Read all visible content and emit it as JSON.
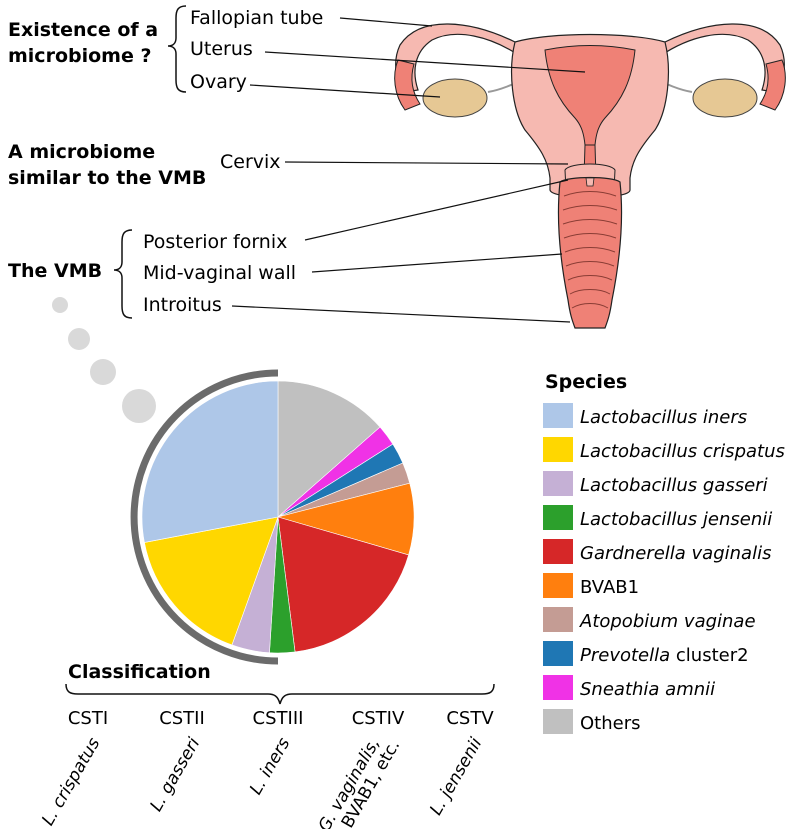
{
  "groups": {
    "existence": [
      "Existence of a",
      "microbiome ?"
    ],
    "similar": [
      "A microbiome",
      "similar to the VMB"
    ],
    "vmb": "The VMB"
  },
  "anatomy": {
    "fallopian": "Fallopian tube",
    "uterus": "Uterus",
    "ovary": "Ovary",
    "cervix": "Cervix",
    "fornix": "Posterior fornix",
    "midwall": "Mid-vaginal wall",
    "introitus": "Introitus"
  },
  "legend": {
    "title": "Species",
    "items": [
      {
        "italic": "Lactobacillus iners",
        "rest": "",
        "color": "#aec7e8"
      },
      {
        "italic": "Lactobacillus crispatus",
        "rest": "",
        "color": "#ffd700"
      },
      {
        "italic": "Lactobacillus gasseri",
        "rest": "",
        "color": "#c5b0d5"
      },
      {
        "italic": "Lactobacillus jensenii",
        "rest": "",
        "color": "#2ca02c"
      },
      {
        "italic": "Gardnerella vaginalis",
        "rest": "",
        "color": "#d62728"
      },
      {
        "italic": "",
        "rest": "BVAB1",
        "color": "#ff7f0e"
      },
      {
        "italic": "Atopobium vaginae",
        "rest": "",
        "color": "#c49c94"
      },
      {
        "italic": "Prevotella",
        "rest": " cluster2",
        "color": "#1f77b4"
      },
      {
        "italic": "Sneathia amnii",
        "rest": "",
        "color": "#f032e6"
      },
      {
        "italic": "",
        "rest": "Others",
        "color": "#c0c0c0"
      }
    ]
  },
  "chart_data": {
    "type": "pie",
    "slices": [
      {
        "label": "Others",
        "value": 13.5,
        "color": "#c0c0c0"
      },
      {
        "label": "Sneathia amnii",
        "value": 2.5,
        "color": "#f032e6"
      },
      {
        "label": "Prevotella cluster2",
        "value": 2.5,
        "color": "#1f77b4"
      },
      {
        "label": "Atopobium vaginae",
        "value": 2.5,
        "color": "#c49c94"
      },
      {
        "label": "BVAB1",
        "value": 8.5,
        "color": "#ff7f0e"
      },
      {
        "label": "Gardnerella vaginalis",
        "value": 18.5,
        "color": "#d62728"
      },
      {
        "label": "Lactobacillus jensenii",
        "value": 3.0,
        "color": "#2ca02c"
      },
      {
        "label": "Lactobacillus gasseri",
        "value": 4.5,
        "color": "#c5b0d5"
      },
      {
        "label": "Lactobacillus crispatus",
        "value": 16.5,
        "color": "#ffd700"
      },
      {
        "label": "Lactobacillus iners",
        "value": 28.0,
        "color": "#aec7e8"
      }
    ]
  },
  "classification": {
    "title": "Classification",
    "types": [
      "CSTI",
      "CSTII",
      "CSTIII",
      "CSTIV",
      "CSTV"
    ],
    "species": [
      "L. crispatus",
      "L. gasseri",
      "L. iners",
      "G. vaginalis,",
      "L. jensenii"
    ],
    "species_extra": "BVAB1, etc."
  },
  "colors": {
    "uterus_outer": "#f6b9b1",
    "uterus_inner": "#ef8176",
    "ovary": "#e6c894",
    "ring": "#6b6b6b",
    "bubble": "#d9d9d9"
  }
}
